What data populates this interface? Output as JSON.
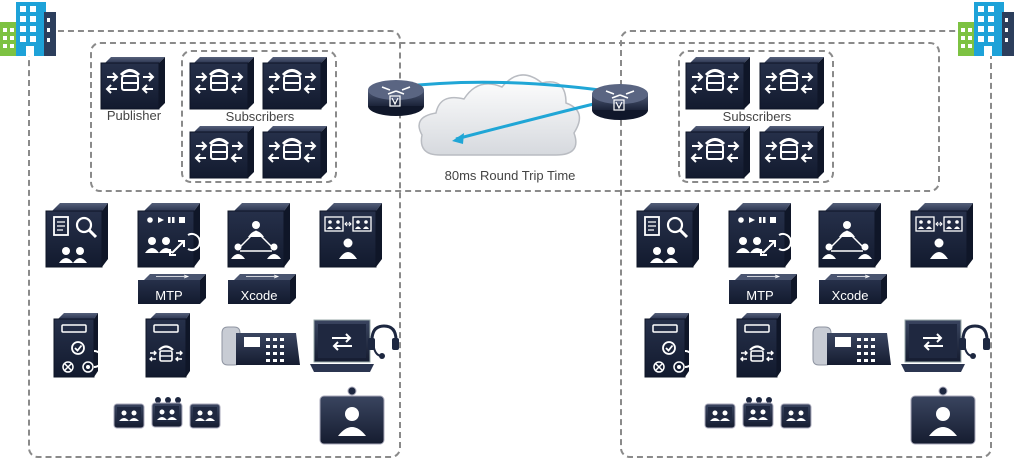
{
  "labels": {
    "publisher": "Publisher",
    "subscribers_left": "Subscribers",
    "subscribers_right": "Subscribers",
    "wan": "80ms Round Trip Time",
    "mtp": "MTP",
    "xcode": "Xcode"
  },
  "icons": {
    "building": "building-icon",
    "call_manager": "call-manager-icon",
    "router": "router-icon",
    "cloud": "cloud-icon",
    "directory_server": "directory-server-icon",
    "media_server": "media-server-icon",
    "conference_bridge": "conference-bridge-icon",
    "telepresence_server": "telepresence-server-icon",
    "media_resource": "media-resource-icon",
    "gateway": "voice-gateway-icon",
    "server": "call-server-icon",
    "ip_phone": "ip-phone-icon",
    "softphone": "softphone-icon",
    "immersive_telepresence": "immersive-telepresence-icon",
    "video_endpoint": "video-endpoint-icon"
  },
  "colors": {
    "device": "#1d2740",
    "wan_link": "#20a6d6",
    "building_blue": "#1ea2d8",
    "building_green": "#7dc242",
    "dashed": "#8a8a8a"
  }
}
